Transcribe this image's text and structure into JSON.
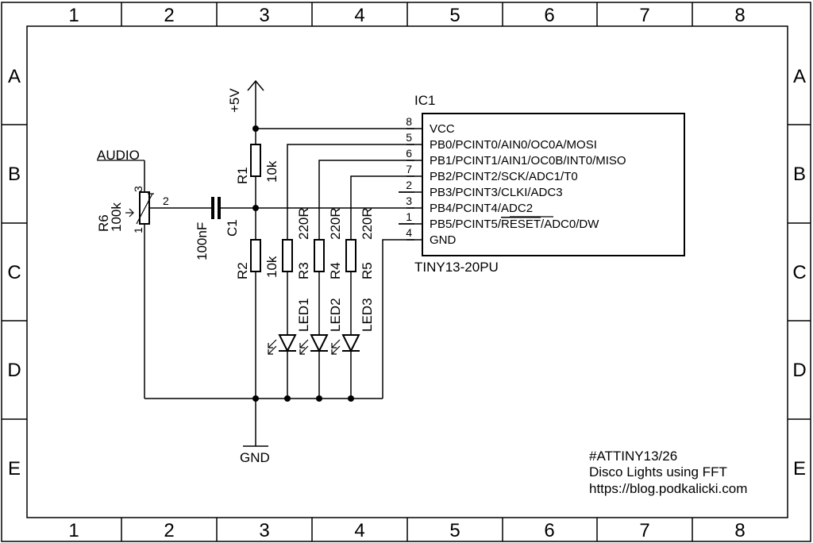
{
  "frame": {
    "columns": [
      "1",
      "2",
      "3",
      "4",
      "5",
      "6",
      "7",
      "8"
    ],
    "rows": [
      "A",
      "B",
      "C",
      "D",
      "E"
    ]
  },
  "power": {
    "vcc": "+5V",
    "gnd": "GND"
  },
  "net_label": "AUDIO",
  "components": {
    "r1": {
      "ref": "R1",
      "value": "10k"
    },
    "r2": {
      "ref": "R2",
      "value": "10k"
    },
    "r3": {
      "ref": "R3",
      "value": "220R"
    },
    "r4": {
      "ref": "R4",
      "value": "220R"
    },
    "r5": {
      "ref": "R5",
      "value": "220R"
    },
    "r6": {
      "ref": "R6",
      "value": "100k",
      "pin1": "1",
      "pin2": "2",
      "pin3": "3"
    },
    "c1": {
      "ref": "C1",
      "value": "100nF"
    },
    "led1": {
      "ref": "LED1"
    },
    "led2": {
      "ref": "LED2"
    },
    "led3": {
      "ref": "LED3"
    }
  },
  "ic": {
    "ref": "IC1",
    "part": "TINY13-20PU",
    "pins": [
      {
        "num": "8",
        "name": "VCC"
      },
      {
        "num": "5",
        "name": "PB0/PCINT0/AIN0/OC0A/MOSI"
      },
      {
        "num": "6",
        "name": "PB1/PCINT1/AIN1/OC0B/INT0/MISO"
      },
      {
        "num": "7",
        "name": "PB2/PCINT2/SCK/ADC1/T0"
      },
      {
        "num": "2",
        "name": "PB3/PCINT3/CLKI/ADC3"
      },
      {
        "num": "3",
        "name": "PB4/PCINT4/ADC2"
      },
      {
        "num": "1",
        "name_pre": "PB5/PCINT5/",
        "name_over": "RESET",
        "name_post": "/ADC0/DW"
      },
      {
        "num": "4",
        "name": "GND"
      }
    ]
  },
  "notes": [
    "#ATTINY13/26",
    "Disco Lights using FFT",
    "https://blog.podkalicki.com"
  ]
}
